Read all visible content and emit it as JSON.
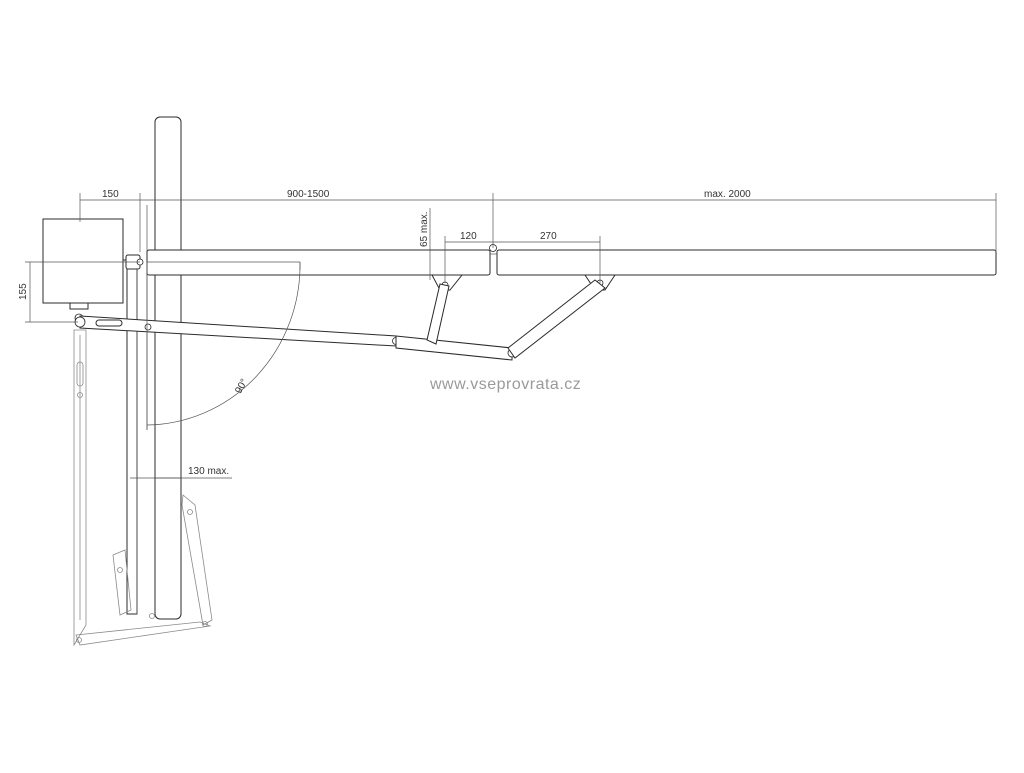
{
  "dimensions": {
    "d_150": "150",
    "d_900_1500": "900-1500",
    "d_max_2000": "max. 2000",
    "d_65_max": "65 max.",
    "d_120": "120",
    "d_270": "270",
    "d_155": "155",
    "d_130_max": "130 max.",
    "d_angle": "90°"
  },
  "watermark": "www.vseprovrata.cz",
  "colors": {
    "line": "#2b2b2b",
    "ghost": "#8a8a8a",
    "watermark": "#9a9a9a"
  }
}
